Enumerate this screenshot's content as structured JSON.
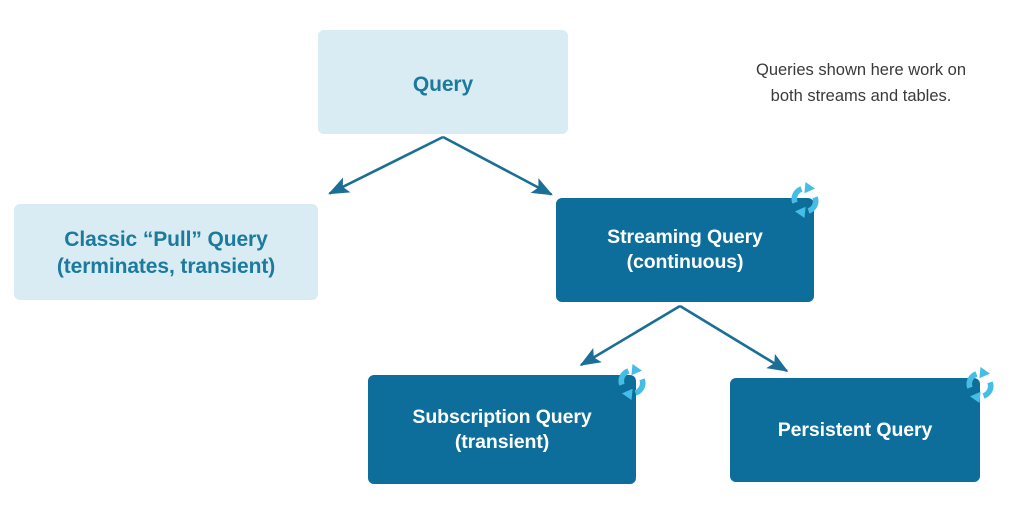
{
  "diagram": {
    "title_note": "Queries shown here work on\nboth streams and tables.",
    "colors": {
      "light_box_fill": "#d9ecf4",
      "light_box_text": "#1c7a9c",
      "dark_box_fill": "#0d6e9c",
      "dark_box_text": "#ffffff",
      "arrow": "#1b6e96",
      "icon": "#45bde4",
      "background": "#ffffff",
      "note_text": "#3a3a3a"
    },
    "nodes": [
      {
        "id": "query",
        "label": "Query",
        "style": "light",
        "icon": null
      },
      {
        "id": "classic-pull-query",
        "label": "Classic “Pull” Query\n(terminates, transient)",
        "style": "light",
        "icon": null
      },
      {
        "id": "streaming-query",
        "label": "Streaming Query\n(continuous)",
        "style": "dark",
        "icon": "refresh-loop-icon"
      },
      {
        "id": "subscription-query",
        "label": "Subscription Query\n(transient)",
        "style": "dark",
        "icon": "refresh-loop-icon"
      },
      {
        "id": "persistent-query",
        "label": "Persistent Query",
        "style": "dark",
        "icon": "refresh-loop-icon"
      }
    ],
    "edges": [
      {
        "from": "query",
        "to": "classic-pull-query"
      },
      {
        "from": "query",
        "to": "streaming-query"
      },
      {
        "from": "streaming-query",
        "to": "subscription-query"
      },
      {
        "from": "streaming-query",
        "to": "persistent-query"
      }
    ]
  }
}
